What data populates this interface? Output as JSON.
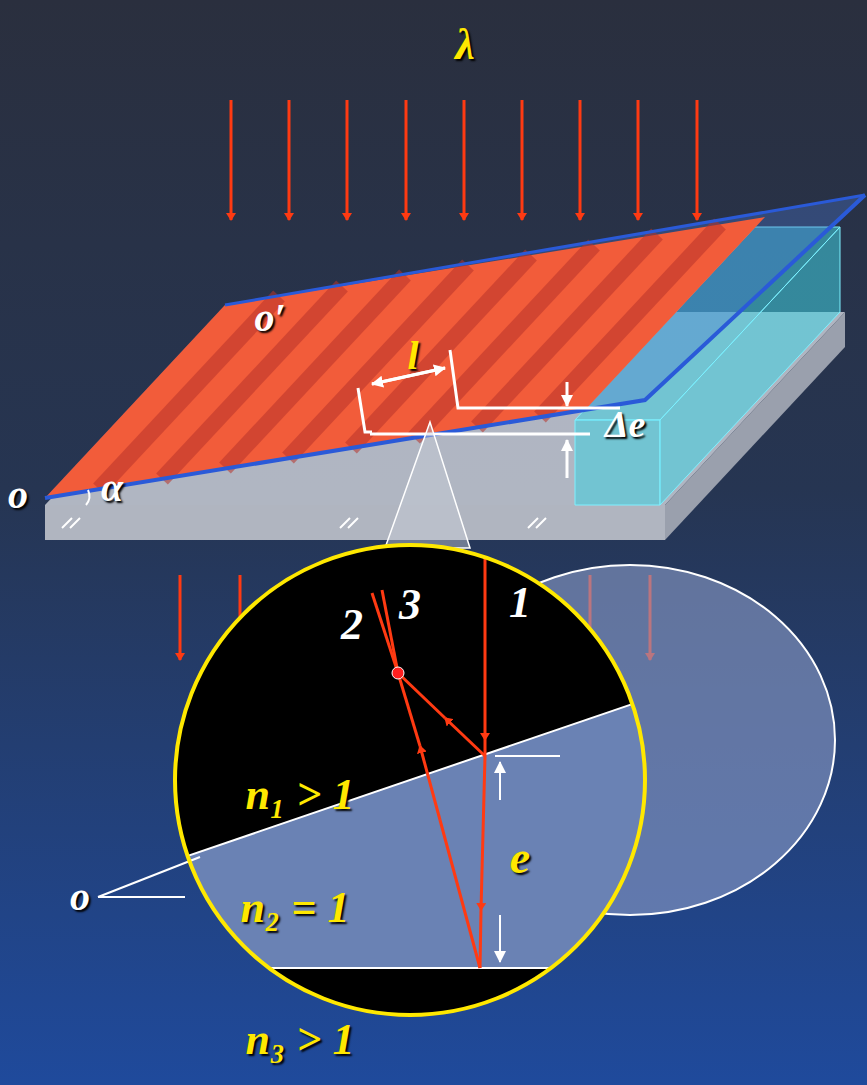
{
  "diagram": {
    "labels": [
      "λ",
      "o′",
      "l",
      "Δe",
      "o",
      "α",
      "2",
      "3",
      "1",
      "n₁ > 1",
      "n₂ = 1",
      "e",
      "n₃ > 1",
      "o"
    ]
  }
}
